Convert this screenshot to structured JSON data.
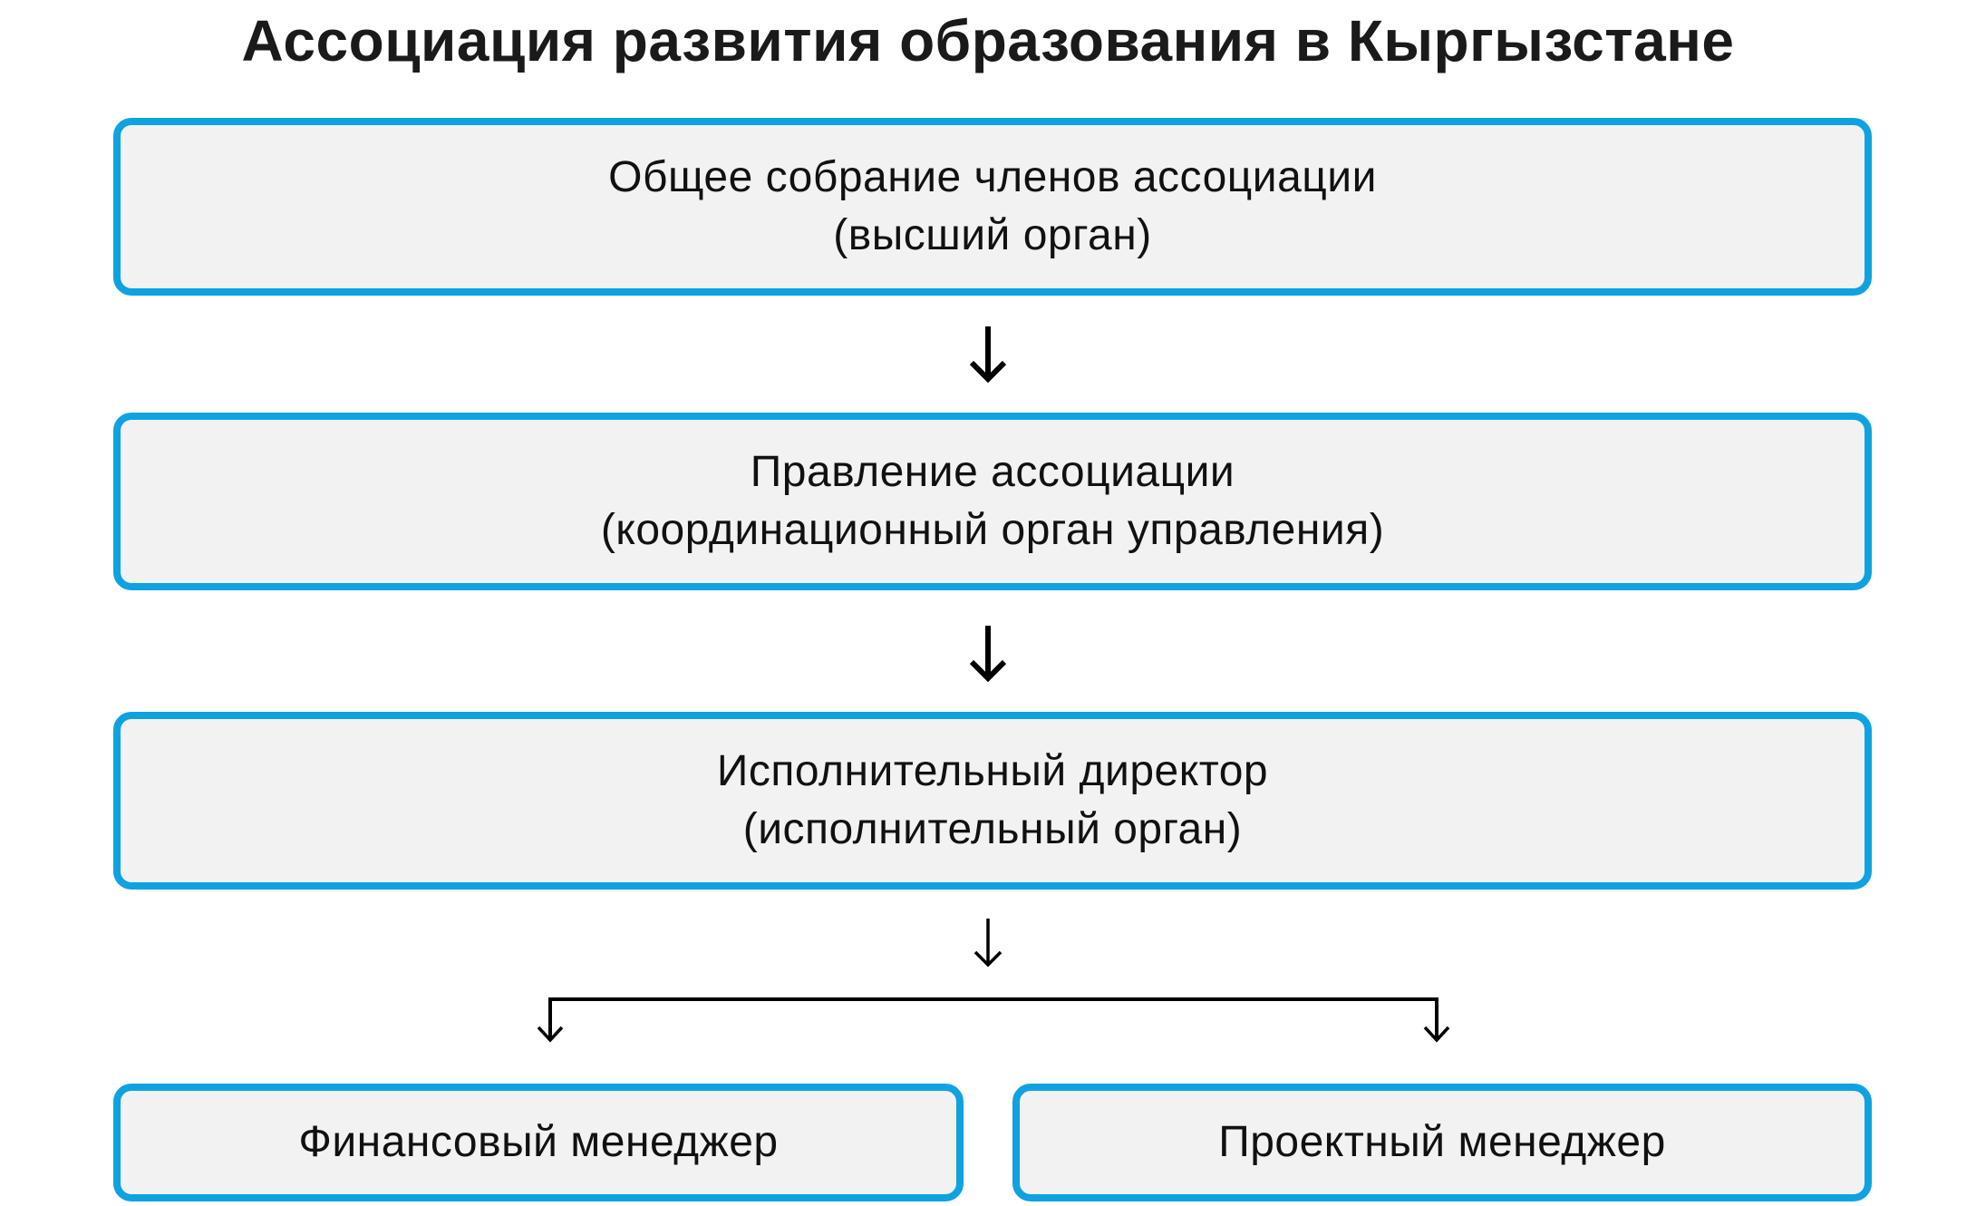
{
  "title": "Ассоциация развития образования в Кыргызстане",
  "colors": {
    "accent_blue": "#0fa2e0",
    "box_fill": "#f2f2f2",
    "text": "#1a1a1a",
    "connector": "#000000",
    "background": "#ffffff"
  },
  "icons": {
    "down_arrow": "↓"
  },
  "org_chart": {
    "level1": {
      "name": "Общее собрание членов ассоциации",
      "role": "(высший орган)"
    },
    "level2": {
      "name": "Правление ассоциации",
      "role": "(координационный орган управления)"
    },
    "level3": {
      "name": "Исполнительный директор",
      "role": "(исполнительный орган)"
    },
    "level4_left": {
      "name": "Финансовый менеджер"
    },
    "level4_right": {
      "name": "Проектный менеджер"
    }
  }
}
